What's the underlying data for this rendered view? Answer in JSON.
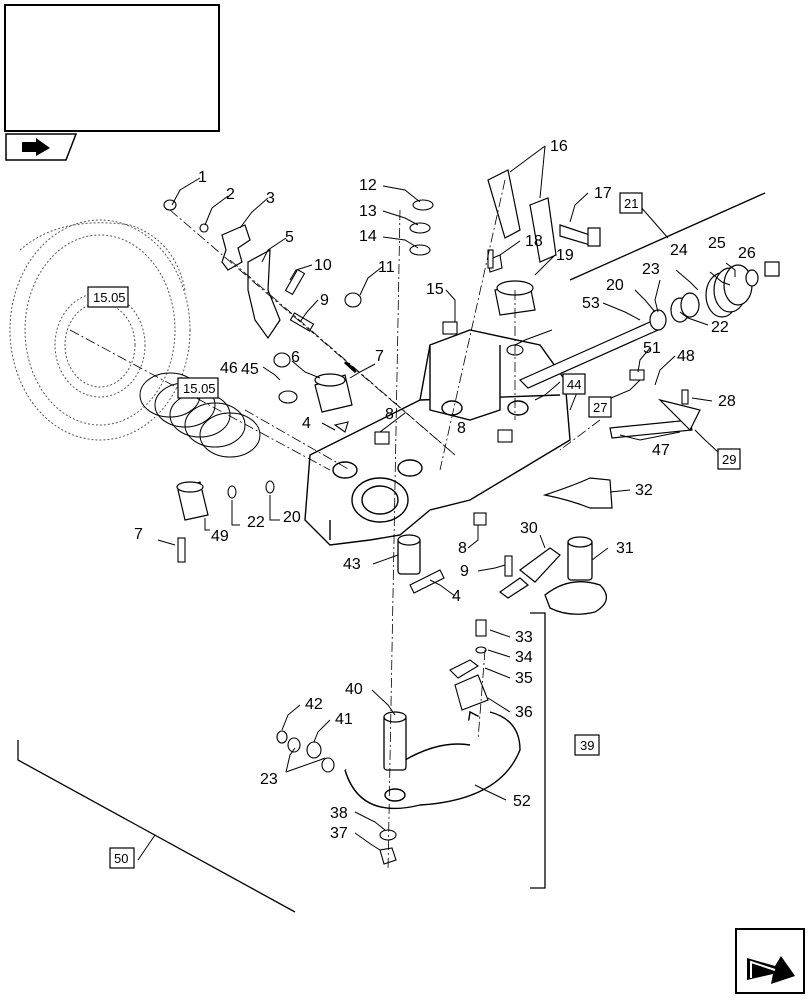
{
  "callouts": [
    "1",
    "2",
    "3",
    "5",
    "10",
    "9",
    "11",
    "12",
    "13",
    "14",
    "16",
    "17",
    "18",
    "19",
    "15",
    "20",
    "53",
    "24",
    "25",
    "26",
    "23",
    "22",
    "46",
    "6",
    "7",
    "45",
    "4",
    "8",
    "8",
    "51",
    "48",
    "28",
    "47",
    "32",
    "7",
    "22",
    "20",
    "49",
    "43",
    "8",
    "9",
    "4",
    "30",
    "31",
    "33",
    "34",
    "35",
    "36",
    "40",
    "42",
    "41",
    "23",
    "52",
    "38",
    "37"
  ],
  "ref_boxes": [
    "15.05",
    "15.05",
    "21",
    "44",
    "27",
    "29",
    "39",
    "50"
  ],
  "icons": {
    "nav": "next-page-arrow-icon",
    "thumb": "assembly-thumbnail-icon"
  }
}
